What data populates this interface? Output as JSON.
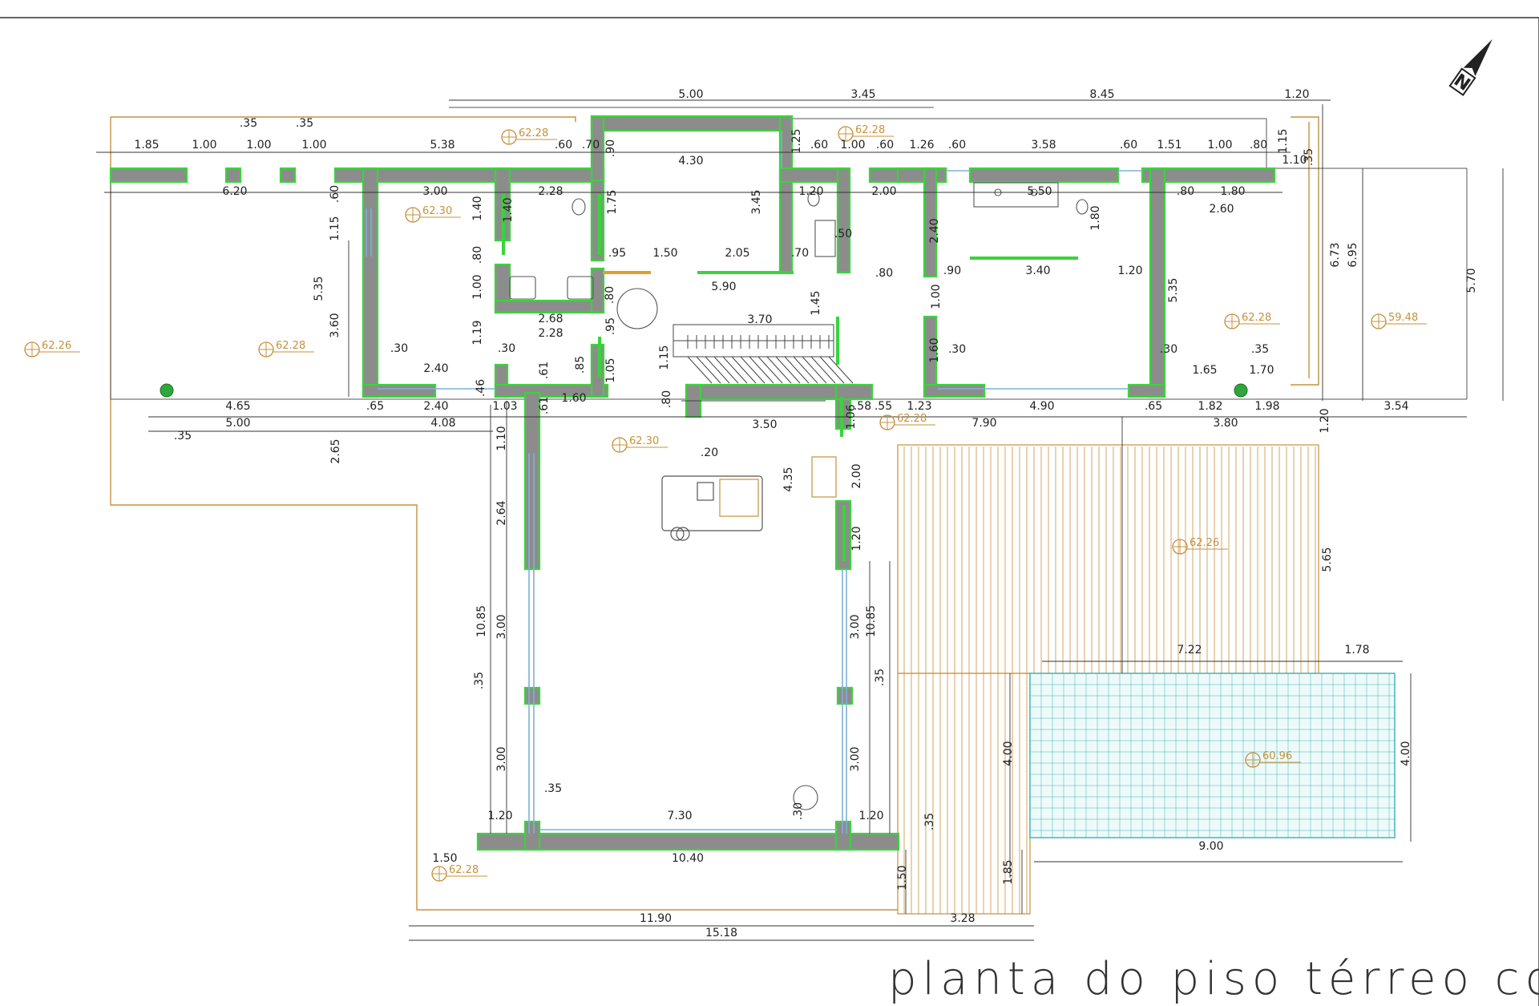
{
  "title": "planta do piso térreo cotada",
  "north_label": "N",
  "colors": {
    "wall": "#8c8c8c",
    "wall_edge": "#39d43a",
    "dim_line": "#333333",
    "level_marker": "#c8903a",
    "boundary": "#c8903a",
    "deck": "#c8903a",
    "pool": "#3ab0b0",
    "glazing": "#7fb0d8"
  },
  "levels": [
    "62.28",
    "62.28",
    "62.30",
    "62.26",
    "62.28",
    "62.28",
    "59.48",
    "62.28",
    "62.30",
    "62.26",
    "60.96",
    "62.28"
  ],
  "top_dims": [
    "5.00",
    "3.45",
    "8.45",
    "1.20"
  ],
  "row1_dims": [
    "1.85",
    "1.00",
    "1.00",
    "1.00",
    ".35",
    ".35",
    "5.38",
    ".60",
    ".70",
    ".90",
    "4.30",
    "1.25",
    ".60",
    "1.00",
    ".60",
    "1.26",
    ".60",
    "3.58",
    ".60",
    "1.51",
    "1.00",
    ".80",
    "1.15",
    "1.10",
    ".35"
  ],
  "room_dims": [
    "6.20",
    "3.00",
    ".60",
    "2.28",
    "1.40",
    "1.40",
    "1.75",
    "3.45",
    "1.20",
    "2.00",
    "5.50",
    ".80",
    "1.80",
    "2.60",
    "6.73",
    "6.95",
    "5.70",
    "1.80",
    "1.15",
    "5.35",
    "3.60",
    ".95",
    "1.50",
    "2.05",
    ".70",
    ".50",
    ".80",
    ".90",
    "3.40",
    "1.20",
    "2.40",
    ".80",
    "1.00",
    "5.90",
    ".80",
    "1.00",
    "1.45",
    "5.35",
    "2.68",
    "2.28",
    ".95",
    "3.70",
    "1.19",
    ".30",
    ".30",
    "2.40",
    ".61",
    ".85",
    "1.05",
    "1.15",
    "1.60",
    ".30",
    ".30",
    "1.65",
    ".35",
    "1.70",
    ".46",
    ".61",
    "1.60",
    ".80"
  ],
  "row2_dims": [
    "4.65",
    ".65",
    "2.40",
    "1.03",
    "5.00",
    "4.08",
    ".35",
    "3.50",
    ".58",
    ".55",
    "1.23",
    "4.90",
    ".65",
    "1.82",
    "1.98",
    "3.54",
    "1.06",
    "7.90",
    "3.80",
    "1.20"
  ],
  "lower_dims": [
    "2.65",
    "1.10",
    "2.64",
    "4.35",
    "2.00",
    "1.20",
    ".20",
    "10.85",
    "3.00",
    "3.00",
    "10.85",
    ".35",
    ".35",
    "3.00",
    "3.00",
    ".35",
    "1.20",
    "7.30",
    ".30",
    "1.20",
    "10.40",
    "5.65",
    "7.22",
    "1.78",
    "4.00",
    "4.00",
    "9.00",
    "1.50",
    ".35",
    "1.50",
    "1.85",
    "11.90",
    "15.18",
    "3.28"
  ]
}
